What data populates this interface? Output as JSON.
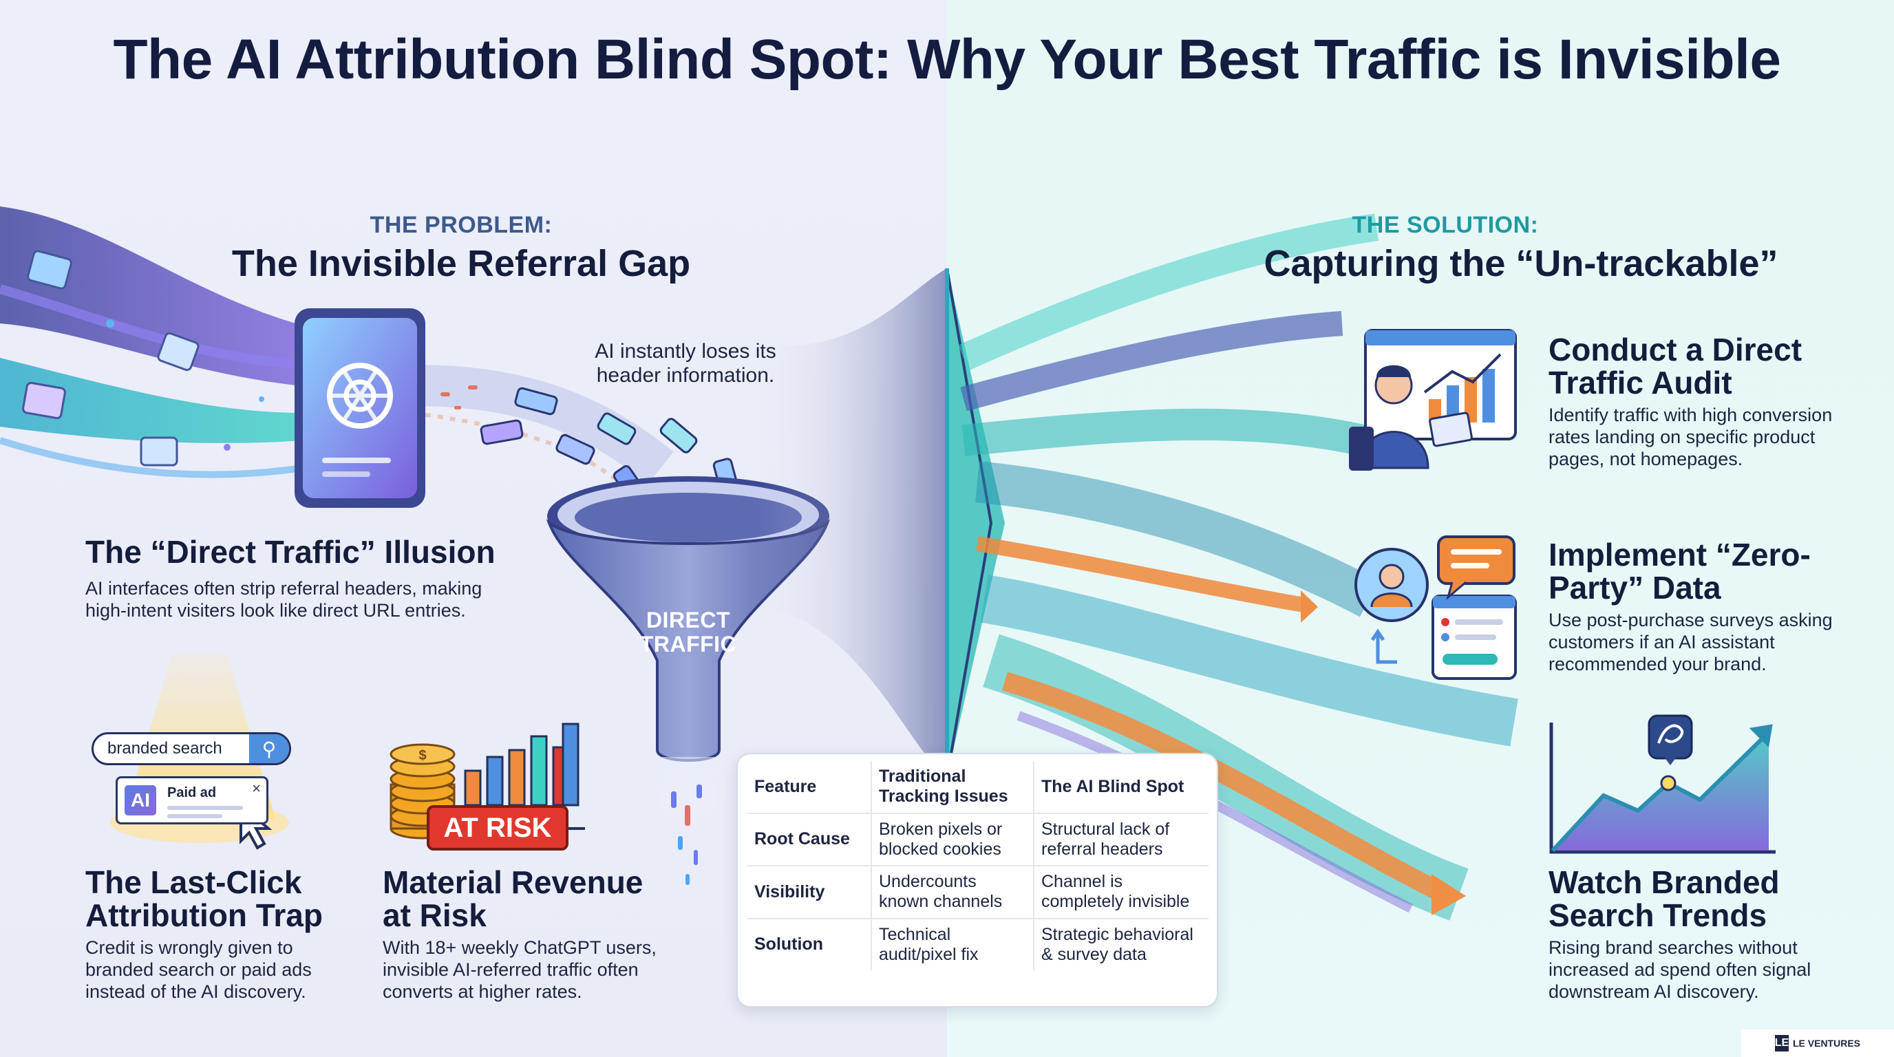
{
  "title": "The AI Attribution Blind Spot: Why Your Best Traffic is Invisible",
  "colors": {
    "problem_accent": "#3d5a8c",
    "solution_accent": "#1f9aa1",
    "risk_red": "#e0382f",
    "flow_teal": "#2fb8b5",
    "flow_orange": "#f08a3c",
    "flow_purple": "#7b5ad8"
  },
  "problem": {
    "kicker": "THE PROBLEM:",
    "heading": "The Invisible Referral Gap",
    "note": "AI instantly loses its header information.",
    "funnel_label": "DIRECT TRAFFIC",
    "items": [
      {
        "title": "The “Direct Traffic” Illusion",
        "desc": "AI interfaces often strip referral headers, making high-intent visiters look like direct URL entries."
      },
      {
        "title": "The Last-Click Attribution Trap",
        "desc": "Credit is wrongly given to branded search or paid ads instead of the AI discovery."
      },
      {
        "title": "Material Revenue at Risk",
        "desc": "With 18+ weekly ChatGPT users, invisible AI-referred traffic often converts at higher rates."
      }
    ],
    "search_text": "branded search",
    "ad_icon_text": "AI",
    "ad_label": "Paid ad",
    "ad_close": "×",
    "risk_badge": "AT RISK",
    "dollar_symbol": "$"
  },
  "solution": {
    "kicker": "THE SOLUTION:",
    "heading": "Capturing the “Un-trackable”",
    "items": [
      {
        "title": "Conduct a Direct Traffic Audit",
        "desc": "Identify traffic with high conversion rates landing on specific product pages, not homepages."
      },
      {
        "title": "Implement “Zero-Party” Data",
        "desc": "Use post-purchase surveys asking customers if an AI assistant recommended your brand."
      },
      {
        "title": "Watch Branded Search Trends",
        "desc": "Rising brand searches without increased ad spend often signal downstream AI discovery."
      }
    ]
  },
  "table": {
    "header": [
      "Feature",
      "Traditional Tracking Issues",
      "The AI Blind Spot"
    ],
    "rows": [
      [
        "Root Cause",
        "Broken pixels or blocked cookies",
        "Structural lack of referral headers"
      ],
      [
        "Visibility",
        "Undercounts known channels",
        "Channel is completely invisible"
      ],
      [
        "Solution",
        "Technical audit/pixel fix",
        "Strategic behavioral & survey data"
      ]
    ]
  },
  "brand": {
    "mark": "LE",
    "name": "LE VENTURES"
  },
  "icons": [
    "chatgpt-logo-icon",
    "search-icon",
    "cursor-icon",
    "coin-stack-icon",
    "bar-chart-icon",
    "funnel-icon",
    "tag-icon",
    "analyst-dashboard-icon",
    "user-profile-icon",
    "chat-bubble-icon",
    "survey-form-icon",
    "trend-line-icon",
    "ai-pin-icon"
  ]
}
